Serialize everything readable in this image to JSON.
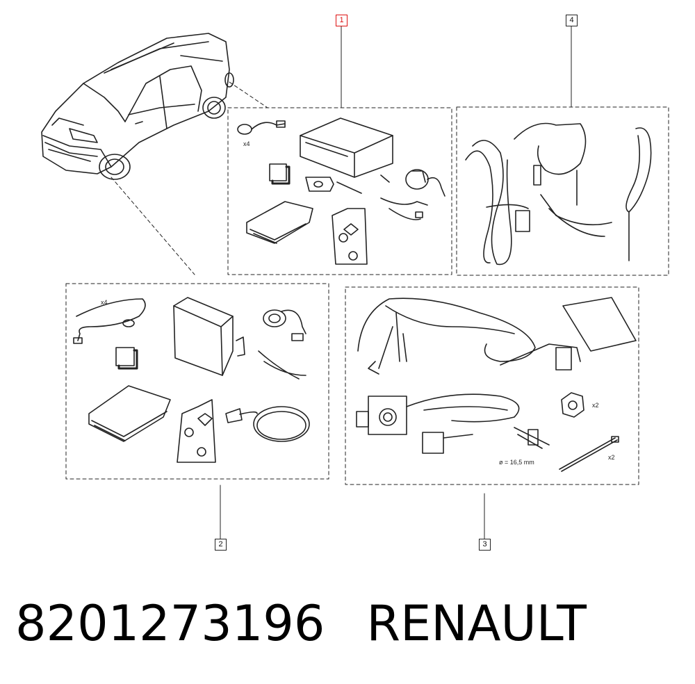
{
  "callouts": {
    "c1": "1",
    "c2": "2",
    "c3": "3",
    "c4": "4"
  },
  "labels": {
    "kit1_qty": "x4",
    "kit2_qty": "x4",
    "kit3_nut_qty": "x2",
    "kit3_tie_qty": "x2",
    "kit3_drill": "ø = 16,5 mm"
  },
  "footer": {
    "part_number": "8201273196",
    "brand": "RENAULT"
  },
  "colors": {
    "line": "#222222",
    "highlight": "#d11111"
  }
}
